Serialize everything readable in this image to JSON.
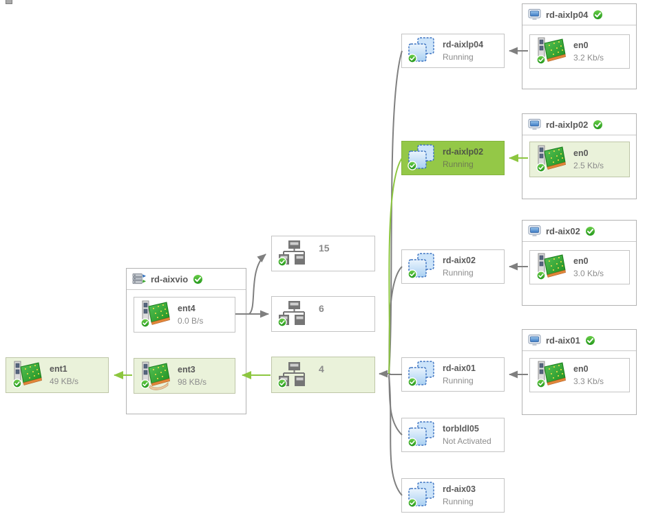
{
  "colors": {
    "highlight_green": "#94c847",
    "tint_green": "#eaf2da",
    "line_gray": "#7f7f7f",
    "line_green": "#8cc63f",
    "ok_badge_green": "#2e9e1f"
  },
  "icons": {
    "adapter": "network-card-icon",
    "shared_adapter": "network-card-hand-icon",
    "partition": "virtual-machine-icon",
    "network": "network-segment-icon",
    "vios_header": "server-stack-icon",
    "host_header": "monitor-icon",
    "status_ok": "check-badge-icon"
  },
  "standalone_adapter": {
    "label": "ent1",
    "rate": "49 KB/s"
  },
  "vios": {
    "title": "rd-aixvio",
    "adapters": {
      "ent4": {
        "label": "ent4",
        "rate": "0.0 B/s"
      },
      "ent3": {
        "label": "ent3",
        "rate": "98 KB/s"
      }
    }
  },
  "networks": {
    "n15": {
      "label": "15"
    },
    "n6": {
      "label": "6"
    },
    "n4": {
      "label": "4"
    }
  },
  "lpars": {
    "lp04": {
      "name": "rd-aixlp04",
      "status": "Running"
    },
    "lp02": {
      "name": "rd-aixlp02",
      "status": "Running"
    },
    "aix02": {
      "name": "rd-aix02",
      "status": "Running"
    },
    "aix01": {
      "name": "rd-aix01",
      "status": "Running"
    },
    "torbldl05": {
      "name": "torbldl05",
      "status": "Not Activated"
    },
    "aix03": {
      "name": "rd-aix03",
      "status": "Running"
    }
  },
  "hosts": {
    "lp04": {
      "title": "rd-aixlp04",
      "adapter": {
        "label": "en0",
        "rate": "3.2 Kb/s"
      }
    },
    "lp02": {
      "title": "rd-aixlp02",
      "adapter": {
        "label": "en0",
        "rate": "2.5 Kb/s"
      }
    },
    "aix02": {
      "title": "rd-aix02",
      "adapter": {
        "label": "en0",
        "rate": "3.0 Kb/s"
      }
    },
    "aix01": {
      "title": "rd-aix01",
      "adapter": {
        "label": "en0",
        "rate": "3.3 Kb/s"
      }
    }
  }
}
